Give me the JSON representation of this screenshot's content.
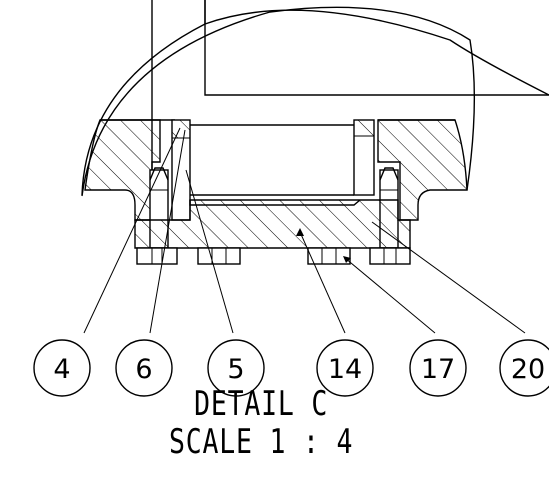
{
  "balloons": [
    {
      "label": "4"
    },
    {
      "label": "6"
    },
    {
      "label": "5"
    },
    {
      "label": "14"
    },
    {
      "label": "17"
    },
    {
      "label": "20"
    }
  ],
  "caption": {
    "title": "DETAIL  C",
    "scale": "SCALE 1 : 4"
  }
}
